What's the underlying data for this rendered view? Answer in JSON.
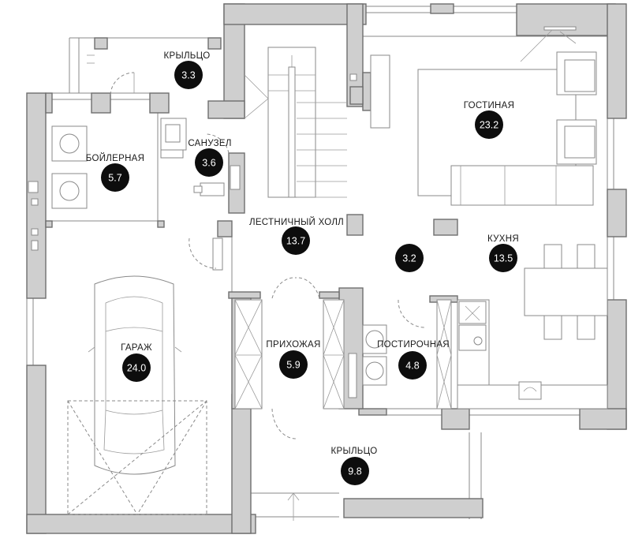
{
  "rooms": {
    "porch_top": {
      "name": "КРЫЛЬЦО",
      "area": "3.3"
    },
    "boiler": {
      "name": "БОЙЛЕРНАЯ",
      "area": "5.7"
    },
    "bathroom": {
      "name": "САНУЗЕЛ",
      "area": "3.6"
    },
    "living": {
      "name": "ГОСТИНАЯ",
      "area": "23.2"
    },
    "stair_hall": {
      "name": "ЛЕСТНИЧНЫЙ ХОЛЛ",
      "area": "13.7"
    },
    "corridor": {
      "name": "",
      "area": "3.2"
    },
    "kitchen": {
      "name": "КУХНЯ",
      "area": "13.5"
    },
    "garage": {
      "name": "ГАРАЖ",
      "area": "24.0"
    },
    "hallway": {
      "name": "ПРИХОЖАЯ",
      "area": "5.9"
    },
    "laundry": {
      "name": "ПОСТИРОЧНАЯ",
      "area": "4.8"
    },
    "porch_bottom": {
      "name": "КРЫЛЬЦО",
      "area": "9.8"
    }
  }
}
